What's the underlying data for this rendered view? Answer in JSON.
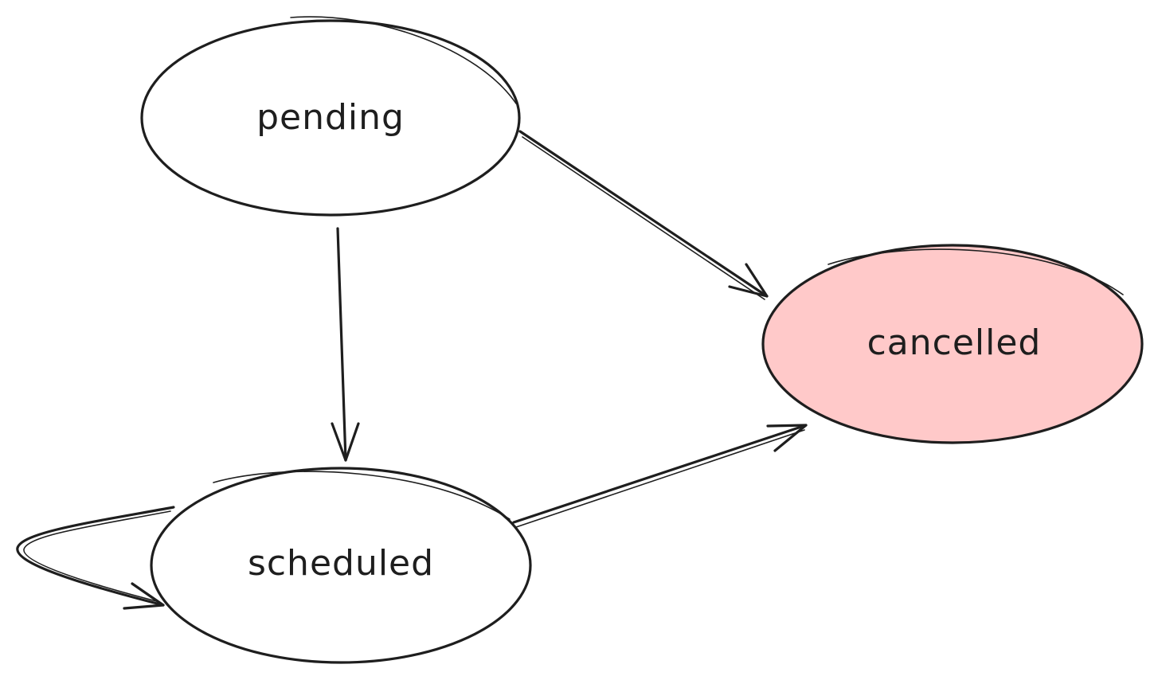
{
  "diagram": {
    "nodes": [
      {
        "id": "pending",
        "label": "pending",
        "fill": "#ffffff"
      },
      {
        "id": "scheduled",
        "label": "scheduled",
        "fill": "#ffffff"
      },
      {
        "id": "cancelled",
        "label": "cancelled",
        "fill": "#ffc9c9"
      }
    ],
    "edges": [
      {
        "from": "pending",
        "to": "scheduled"
      },
      {
        "from": "pending",
        "to": "cancelled"
      },
      {
        "from": "scheduled",
        "to": "cancelled"
      },
      {
        "from": "scheduled",
        "to": "scheduled"
      }
    ],
    "stroke_color": "#1e1e1e"
  }
}
